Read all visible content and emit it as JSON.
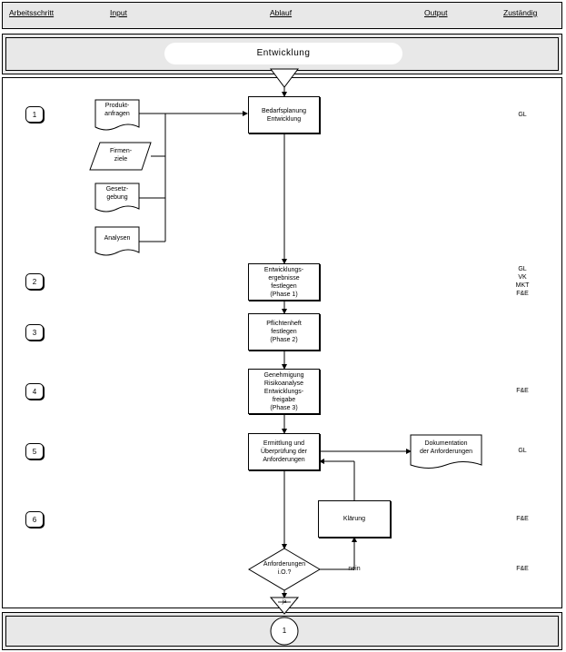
{
  "header": {
    "arbeitsschritt": "Arbeitsschritt",
    "input": "Input",
    "ablauf": "Ablauf",
    "output": "Output",
    "zustaendig": "Zuständig"
  },
  "start_label": "Entwicklung",
  "steps": [
    "1",
    "2",
    "3",
    "4",
    "5",
    "6"
  ],
  "inputs": {
    "produktanfragen": "Produkt-\nanfragen",
    "firmenziele": "Firmen-\nziele",
    "gesetzgebung": "Gesetz-\ngebung",
    "analysen": "Analysen"
  },
  "process": {
    "bedarfsplanung": "Bedarfsplanung\nEntwicklung",
    "ergebnisse": "Entwicklungs-\nergebnisse\nfestlegen\n(Phase 1)",
    "pflichtenheft": "Pflichtenheft\nfestlegen\n(Phase 2)",
    "genehmigung": "Genehmigung\nRisikoanalyse\nEntwicklungs-\nfreigabe\n(Phase 3)",
    "ermittlung": "Ermittlung und\nÜberprüfung der\nAnforderungen",
    "klaerung": "Klärung",
    "decision": "Anforderungen\ni.O.?",
    "nein": "nein",
    "ja": "ja"
  },
  "output": {
    "dokumentation": "Dokumentation\nder Anforderungen"
  },
  "responsibility": {
    "r1": "GL",
    "r2": "GL\nVK\nMKT\nF&E",
    "r4": "F&E",
    "r5": "GL",
    "r6": "F&E",
    "r7": "F&E"
  },
  "connector_end": "1"
}
